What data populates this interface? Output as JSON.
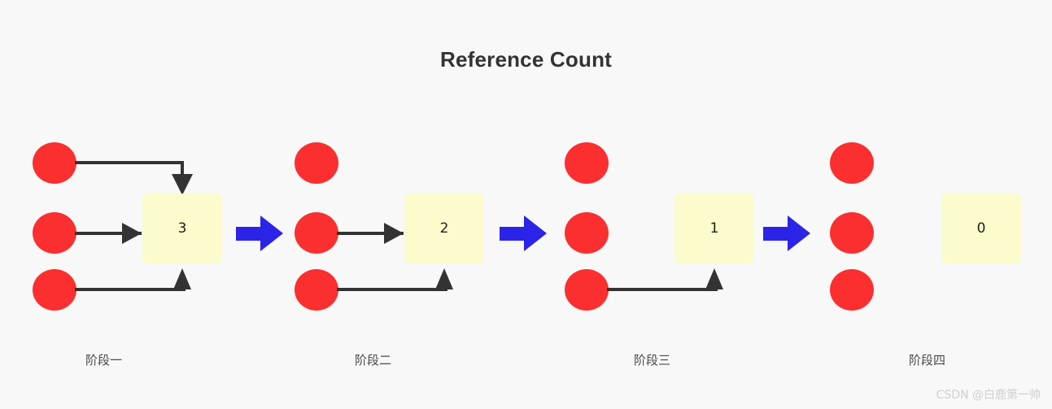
{
  "page": {
    "title": "Reference Count",
    "background_color": "#f8f8f8",
    "watermark": "CSDN @白鹿第一帅"
  },
  "colors": {
    "node_red": "#fb2f2f",
    "box_yellow": "#fbfbcb",
    "edge_dark": "#333333",
    "transition_blue": "#2b23e8",
    "title_text": "#333333",
    "label_text": "#4a4a4a",
    "watermark_text": "#cfcfcf"
  },
  "stages": [
    {
      "label": "阶段一",
      "count": "3",
      "nodes": [
        "node-top",
        "node-middle",
        "node-bottom"
      ],
      "references": [
        "top",
        "middle",
        "bottom"
      ]
    },
    {
      "label": "阶段二",
      "count": "2",
      "nodes": [
        "node-top",
        "node-middle",
        "node-bottom"
      ],
      "references": [
        "middle",
        "bottom"
      ]
    },
    {
      "label": "阶段三",
      "count": "1",
      "nodes": [
        "node-top",
        "node-middle",
        "node-bottom"
      ],
      "references": [
        "bottom"
      ]
    },
    {
      "label": "阶段四",
      "count": "0",
      "nodes": [
        "node-top",
        "node-middle",
        "node-bottom"
      ],
      "references": []
    }
  ],
  "transitions": [
    {
      "name": "transition-1-to-2",
      "icon": "arrow-right-icon"
    },
    {
      "name": "transition-2-to-3",
      "icon": "arrow-right-icon"
    },
    {
      "name": "transition-3-to-4",
      "icon": "arrow-right-icon"
    }
  ]
}
